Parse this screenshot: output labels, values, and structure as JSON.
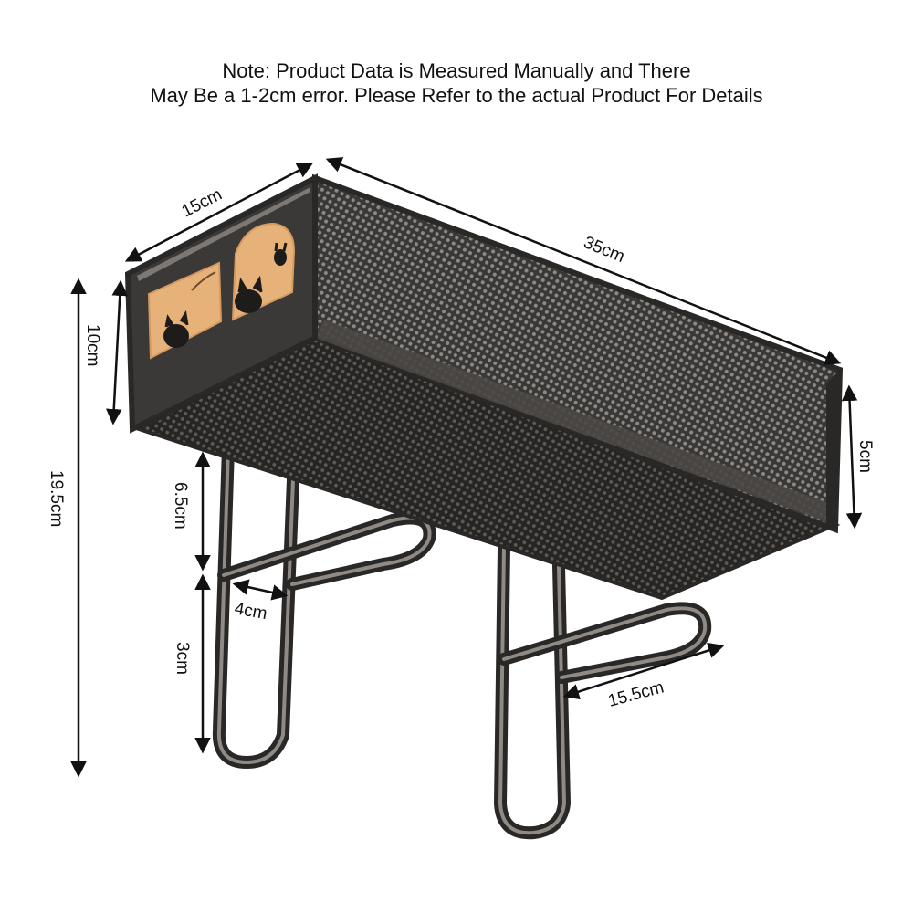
{
  "note": {
    "line1": "Note: Product Data is Measured Manually and There",
    "line2": "May Be a 1-2cm error. Please Refer to the actual Product For Details"
  },
  "dimensions": {
    "depth": "15cm",
    "length": "35cm",
    "box_height": "10cm",
    "total_height": "19.5cm",
    "front_lip": "5cm",
    "hook_upper": "6.5cm",
    "hook_gap": "4cm",
    "hook_lower": "3cm",
    "hook_depth": "15.5cm"
  },
  "colors": {
    "metal_dark": "#2e2c2a",
    "metal_mid": "#4a4744",
    "metal_light": "#8a8580",
    "sticker": "#e7b27a"
  }
}
